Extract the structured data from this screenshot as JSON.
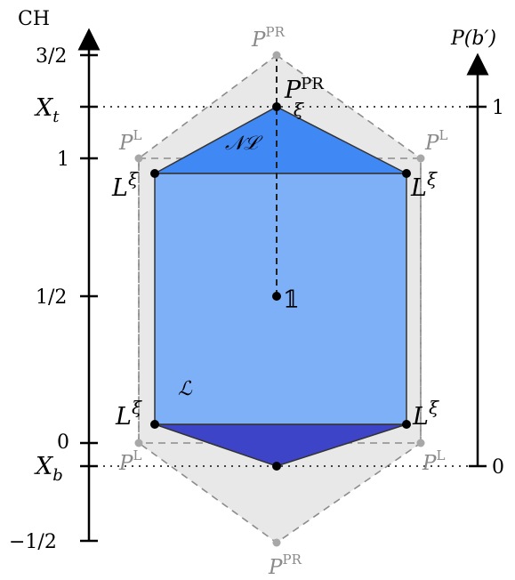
{
  "diagram": {
    "left_axis": {
      "title": "CH",
      "ticks": [
        "3/2",
        "1",
        "1/2",
        "0",
        "−1/2"
      ],
      "markers": [
        "X",
        "X"
      ],
      "marker_subscripts": [
        "t",
        "b"
      ]
    },
    "right_axis": {
      "title": "P(b′)",
      "ticks": [
        "1",
        "0"
      ]
    },
    "points": {
      "ppr_top": "P",
      "ppr_top_sup": "PR",
      "ppr_bottom": "P",
      "ppr_bottom_sup": "PR",
      "pl_top_left": "P",
      "pl_top_left_sup": "L",
      "pl_top_right": "P",
      "pl_top_right_sup": "L",
      "pl_bottom_left": "P",
      "pl_bottom_left_sup": "L",
      "pl_bottom_right": "P",
      "pl_bottom_right_sup": "L",
      "pxi": "P",
      "pxi_sup": "PR",
      "pxi_sub": "ξ",
      "lxi_top_left": "L",
      "lxi_top_right": "L",
      "lxi_bottom_left": "L",
      "lxi_bottom_right": "L",
      "lxi_sup": "ξ",
      "identity": "𝟙"
    },
    "regions": {
      "nonlocal": "𝒩ℒ",
      "local": "ℒ"
    },
    "colors": {
      "outer_fill": "#e8e8e8",
      "outer_stroke": "#8c8c8c",
      "local_fill": "#7eb0f8",
      "nl_top_fill": "#4088f3",
      "nl_bottom_fill": "#3d44c8",
      "edge": "#333333"
    }
  }
}
